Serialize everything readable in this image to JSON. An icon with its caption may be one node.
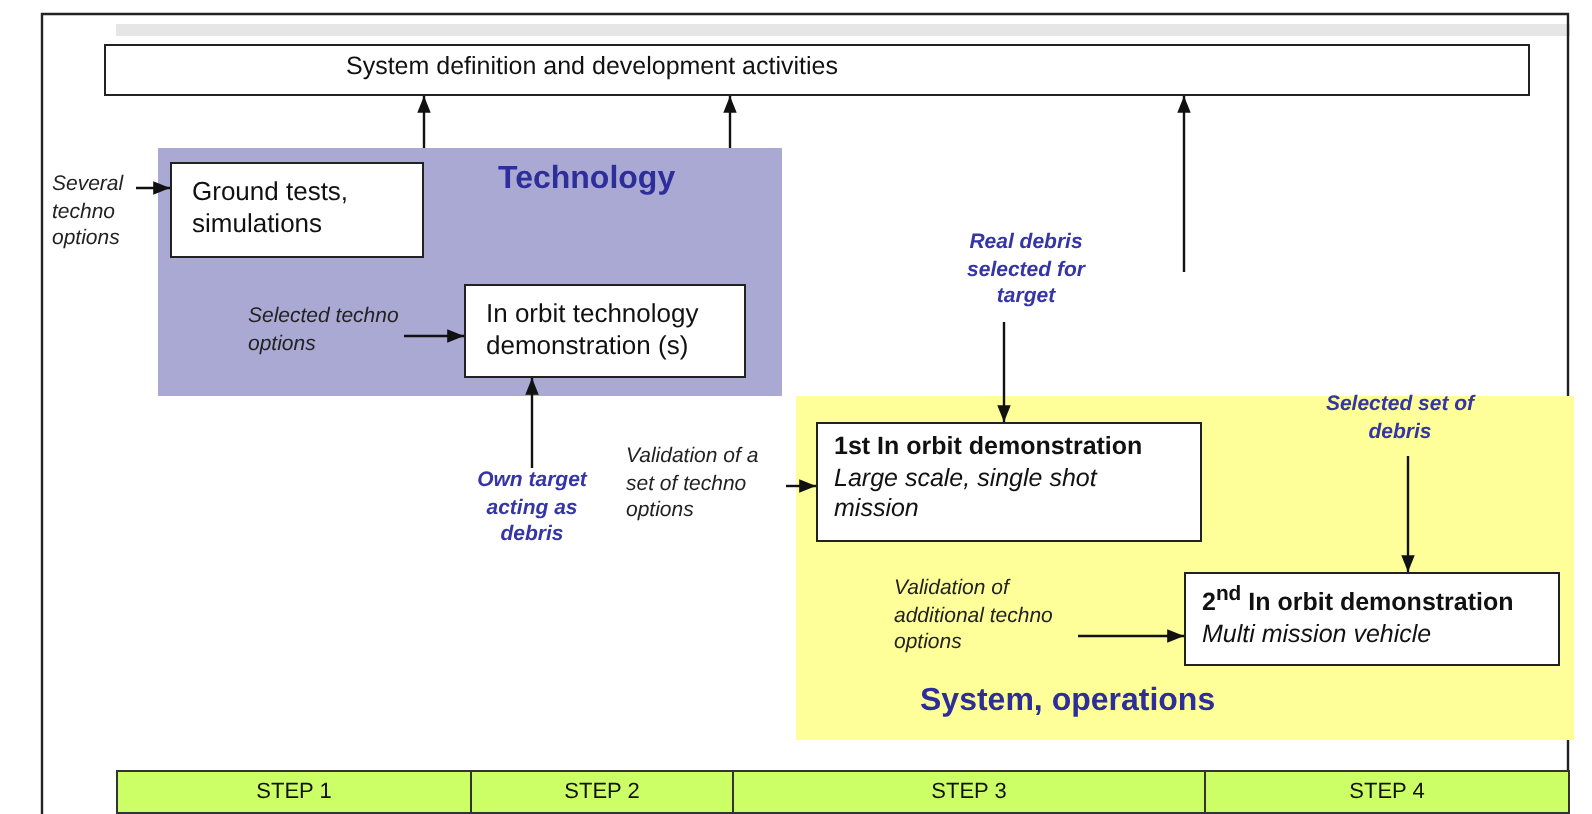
{
  "diagram": {
    "nodes": [
      {
        "text": [
          "System definition and development activities"
        ]
      },
      {
        "text": [
          "Technology"
        ]
      },
      {
        "text": [
          "Ground tests, simulations"
        ],
        "in": 1
      },
      {
        "text": [
          "In orbit technology demonstration (s)"
        ],
        "in": 1
      },
      {
        "text": [
          "System, operations"
        ]
      },
      {
        "text": [
          "1st In orbit demonstration",
          "Large scale, single shot mission"
        ],
        "in": 4
      },
      {
        "text": [
          "2$^{nd}$ In orbit demonstration",
          "Multi mission vehicle"
        ],
        "in": 4
      },
      {
        "text": [
          "Several techno options"
        ]
      },
      {
        "text": [
          "Selected techno options"
        ],
        "in": 1
      },
      {
        "text": [
          "Own target acting as debris"
        ]
      },
      {
        "text": [
          "Validation of a set of techno options"
        ]
      },
      {
        "text": [
          "Real debris selected for target"
        ]
      },
      {
        "text": [
          "Selected set of debris"
        ],
        "in": 4
      },
      {
        "text": [
          "Validation of additional techno options"
        ],
        "in": 4
      },
      {
        "text": [
          "STEP 1"
        ]
      },
      {
        "text": [
          "STEP 2"
        ]
      },
      {
        "text": [
          "STEP 3"
        ]
      },
      {
        "text": [
          "STEP 4"
        ]
      }
    ],
    "edges": [
      {
        "from": 1,
        "to": 0,
        "arrow": "to"
      },
      {
        "from": 1,
        "to": 0,
        "arrow": "to"
      },
      {
        "from": null,
        "to": 0,
        "arrow": "to"
      },
      {
        "from": 7,
        "to": 2,
        "arrow": "to"
      },
      {
        "from": 8,
        "to": 3,
        "arrow": "to"
      },
      {
        "from": 9,
        "to": 3,
        "arrow": "to"
      },
      {
        "from": 10,
        "to": 5,
        "arrow": "to"
      },
      {
        "from": 11,
        "to": 5,
        "arrow": "to"
      },
      {
        "from": 12,
        "to": 6,
        "arrow": "to"
      },
      {
        "from": 13,
        "to": 6,
        "arrow": "to"
      }
    ]
  }
}
